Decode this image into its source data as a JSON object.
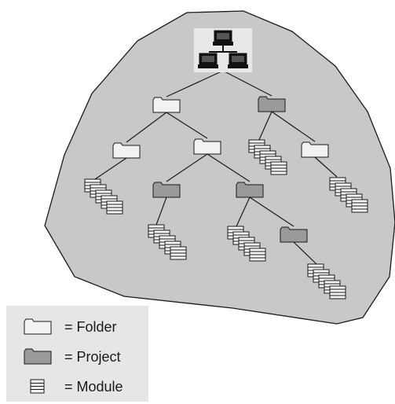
{
  "diagram": {
    "region_fill": "#c8c8c8",
    "folder_fill": "#f2f2f2",
    "project_fill": "#9a9a9a",
    "module_fill": "#f5f5f5",
    "root_icon": "network-computers-icon",
    "nodes": [
      {
        "id": "root",
        "type": "root"
      },
      {
        "id": "f1",
        "type": "folder"
      },
      {
        "id": "p1",
        "type": "project"
      },
      {
        "id": "f2",
        "type": "folder"
      },
      {
        "id": "f3",
        "type": "folder"
      },
      {
        "id": "m1",
        "type": "module-stack"
      },
      {
        "id": "f4",
        "type": "folder"
      },
      {
        "id": "m2",
        "type": "module-stack"
      },
      {
        "id": "m3",
        "type": "module-stack"
      },
      {
        "id": "p2",
        "type": "project"
      },
      {
        "id": "p3",
        "type": "project"
      },
      {
        "id": "m4",
        "type": "module-stack"
      },
      {
        "id": "m5",
        "type": "module-stack"
      },
      {
        "id": "p4",
        "type": "project"
      },
      {
        "id": "m6",
        "type": "module-stack"
      }
    ],
    "edges": [
      [
        "root",
        "f1"
      ],
      [
        "root",
        "p1"
      ],
      [
        "f1",
        "f2"
      ],
      [
        "f1",
        "f3"
      ],
      [
        "f2",
        "m1"
      ],
      [
        "f3",
        "p2"
      ],
      [
        "f3",
        "p3"
      ],
      [
        "p2",
        "m4"
      ],
      [
        "p3",
        "m5"
      ],
      [
        "p3",
        "p4"
      ],
      [
        "p4",
        "m6"
      ],
      [
        "p1",
        "m2"
      ],
      [
        "p1",
        "f4"
      ],
      [
        "f4",
        "m3"
      ]
    ]
  },
  "legend": {
    "items": [
      {
        "symbol": "folder-icon",
        "label": "= Folder"
      },
      {
        "symbol": "project-icon",
        "label": "= Project"
      },
      {
        "symbol": "module-icon",
        "label": "= Module"
      }
    ]
  }
}
